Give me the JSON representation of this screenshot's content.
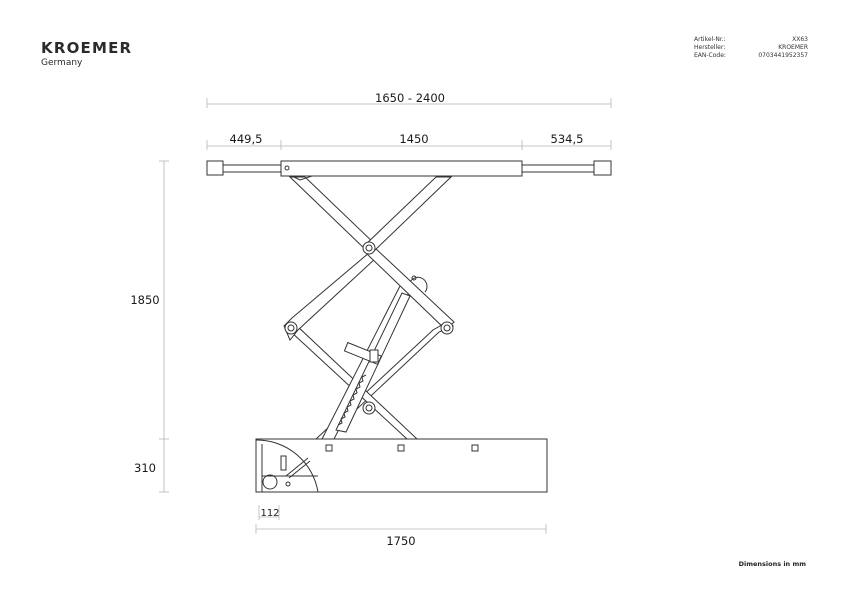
{
  "brand": {
    "name": "KROEMER",
    "subtitle": "Germany"
  },
  "meta": [
    {
      "label": "Artikel-Nr.:",
      "value": "XX63"
    },
    {
      "label": "Hersteller:",
      "value": "KROEMER"
    },
    {
      "label": "EAN-Code:",
      "value": "0703441952357"
    }
  ],
  "dimensions": {
    "total_width": "1650 - 2400",
    "left_ext": "449,5",
    "platform": "1450",
    "right_ext": "534,5",
    "height": "1850",
    "base_height": "310",
    "offset": "112",
    "base_width": "1750"
  },
  "footer": "Dimensions in mm"
}
